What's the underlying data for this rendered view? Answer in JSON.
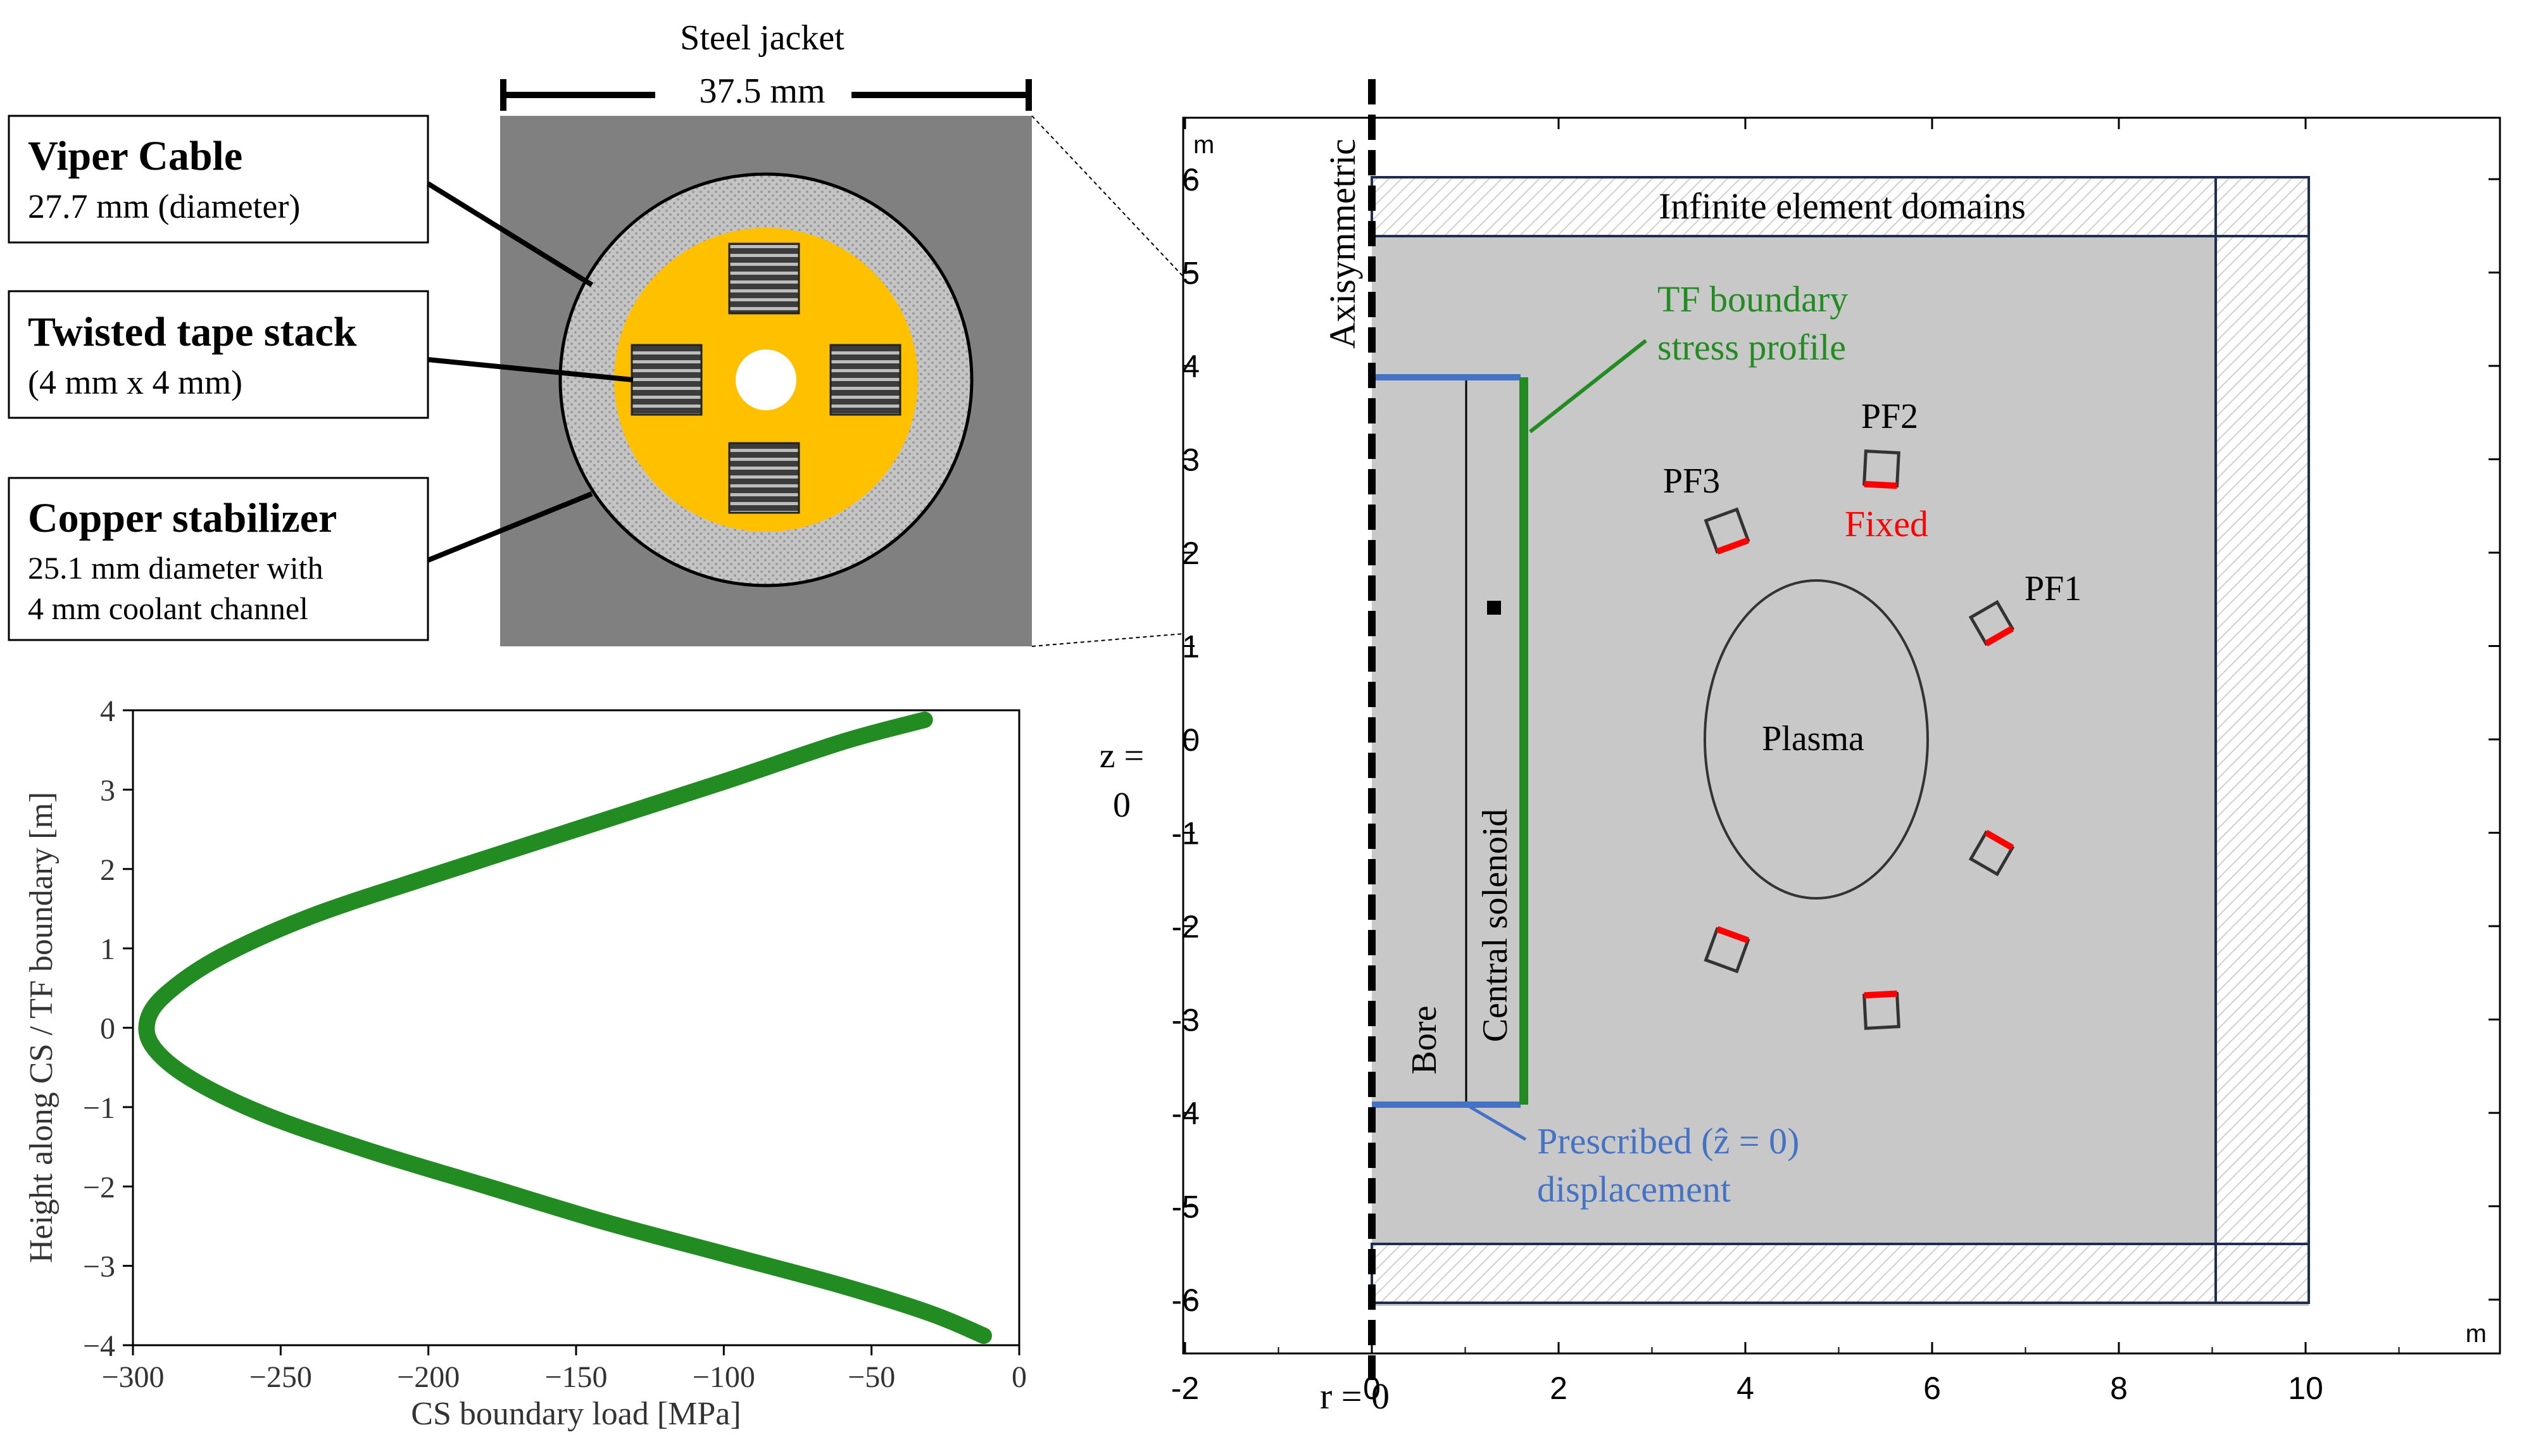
{
  "cable": {
    "jacket_title": "Steel jacket",
    "jacket_width": "37.5 mm",
    "labels": [
      {
        "title": "Viper Cable",
        "lines": [
          "27.7 mm (diameter)"
        ]
      },
      {
        "title": "Twisted tape stack",
        "lines": [
          "(4 mm x 4 mm)"
        ]
      },
      {
        "title": "Copper stabilizer",
        "lines": [
          "25.1 mm diameter with",
          "4 mm coolant channel"
        ]
      }
    ],
    "colors": {
      "jacket": "#808080",
      "copper": "#ffc000",
      "tape": "#555555",
      "cable_ring": "#c8c8c8"
    }
  },
  "chart_data": {
    "type": "line",
    "title": "",
    "xlabel": "CS boundary load [MPa]",
    "ylabel": "Height along CS / TF boundary [m]",
    "xlim": [
      -300,
      0
    ],
    "ylim": [
      -4,
      4
    ],
    "xticks": [
      "−300",
      "−250",
      "−200",
      "−150",
      "−100",
      "−50",
      "0"
    ],
    "yticks": [
      "4",
      "3",
      "2",
      "1",
      "0",
      "−1",
      "−2",
      "−3",
      "−4"
    ],
    "grid": false,
    "series": [
      {
        "color": "#228b22",
        "x": [
          -32,
          -60,
          -100,
          -150,
          -200,
          -240,
          -270,
          -288,
          -295,
          -293,
          -280,
          -255,
          -220,
          -180,
          -140,
          -100,
          -60,
          -30,
          -12
        ],
        "y": [
          3.88,
          3.6,
          3.1,
          2.5,
          1.9,
          1.4,
          0.9,
          0.45,
          0.1,
          -0.25,
          -0.65,
          -1.1,
          -1.55,
          -2.0,
          -2.45,
          -2.85,
          -3.25,
          -3.6,
          -3.88
        ]
      }
    ]
  },
  "geometry": {
    "unit_top": "m",
    "unit_bottom": "m",
    "axisymmetric_label": "Axisymmetric",
    "r0_label": "r = 0",
    "z0_label": "z = 0",
    "xticks": [
      "-2",
      "0",
      "2",
      "4",
      "6",
      "8",
      "10"
    ],
    "yticks": [
      "6",
      "5",
      "4",
      "3",
      "2",
      "1",
      "0",
      "-1",
      "-2",
      "-3",
      "-4",
      "-5",
      "-6"
    ],
    "infinite_label": "Infinite element domains",
    "tf_label_1": "TF boundary",
    "tf_label_2": "stress profile",
    "bore_label": "Bore",
    "cs_label": "Central solenoid",
    "plasma_label": "Plasma",
    "prescribed_label_1": "Prescribed (ẑ = 0)",
    "prescribed_label_2": "displacement",
    "fixed_label": "Fixed",
    "coils": [
      {
        "label": "PF1"
      },
      {
        "label": "PF2"
      },
      {
        "label": "PF3"
      }
    ],
    "colors": {
      "domain": "#c8c8c8",
      "tf": "#228b22",
      "prescribed": "#4472c4",
      "fixed": "#ff0000",
      "frame": "#1f2d50"
    }
  }
}
